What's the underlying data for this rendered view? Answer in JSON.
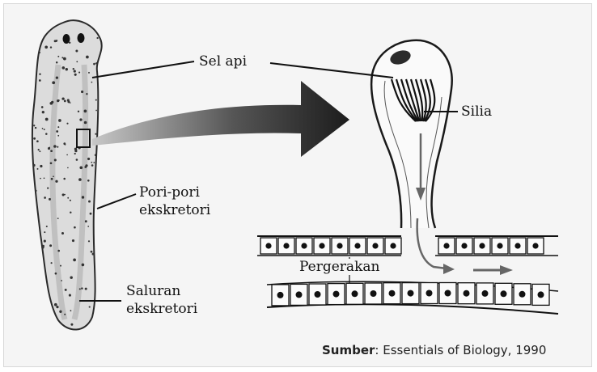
{
  "labels": {
    "flame_cell": "Sel api",
    "cilia": "Silia",
    "pores_line1": "Pori-pori",
    "pores_line2": "ekskretori",
    "duct_line1": "Saluran",
    "duct_line2": "ekskretori",
    "movement": "Pergerakan"
  },
  "source": {
    "prefix": "Sumber",
    "text": ": Essentials of Biology, 1990"
  },
  "colors": {
    "background": "#f5f5f5",
    "body_fill": "#d9d9d9",
    "arrow": "#1c1c1c",
    "ink": "#111111"
  }
}
